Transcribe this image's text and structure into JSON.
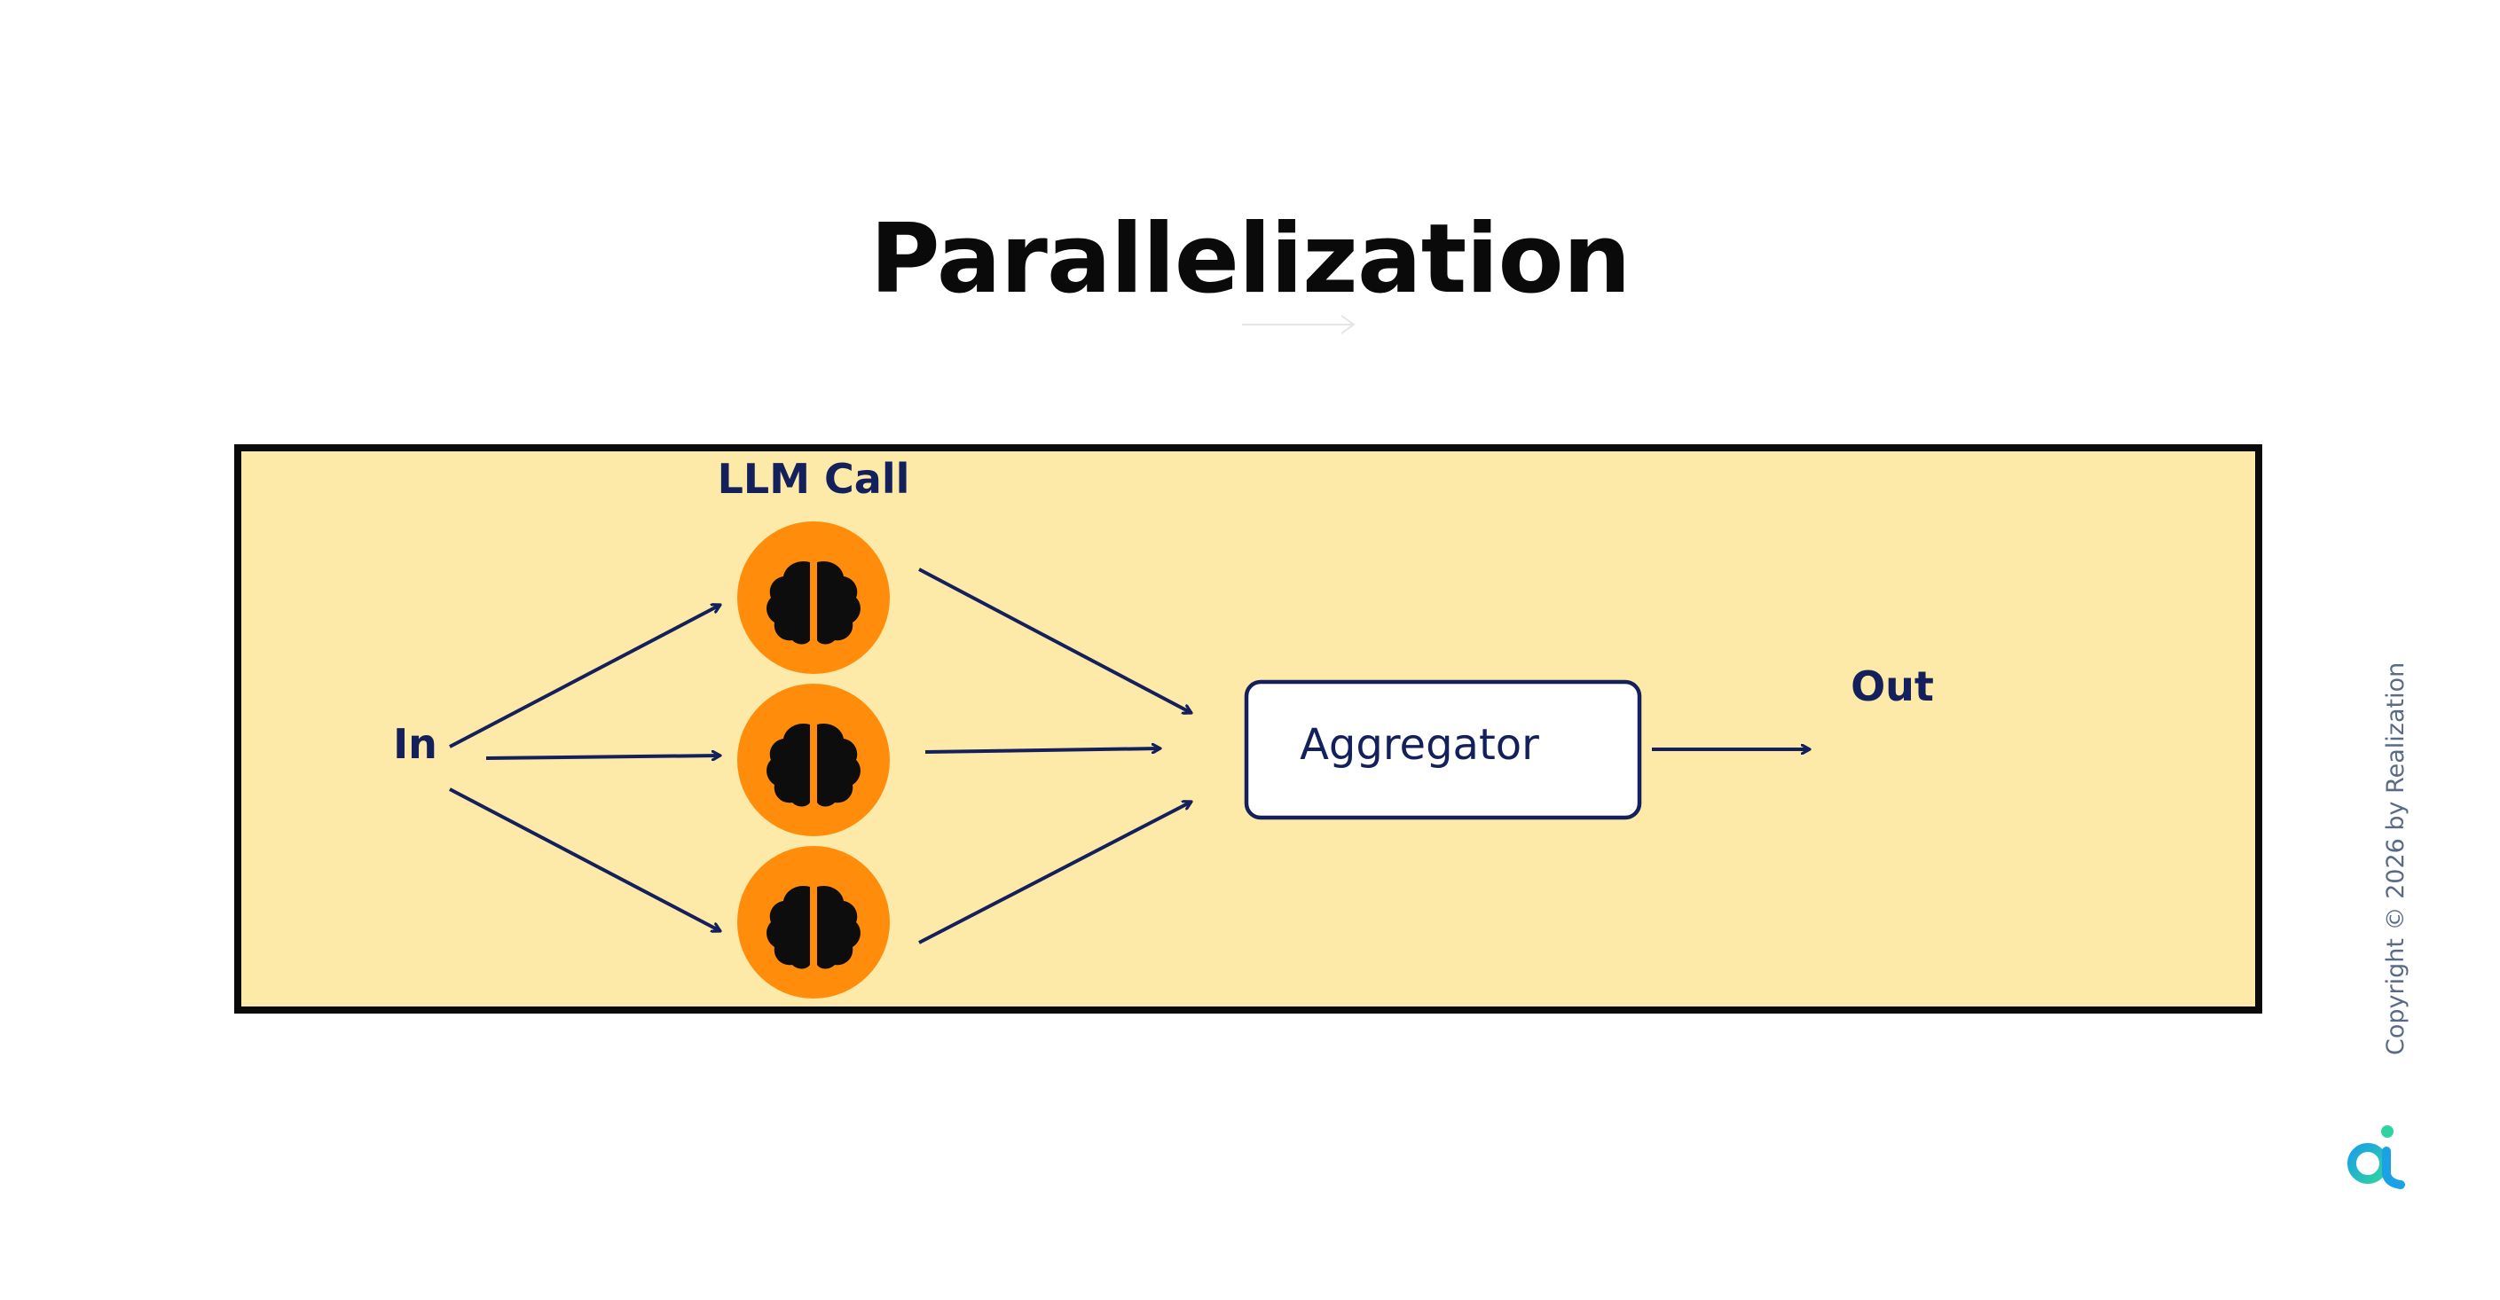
{
  "title": "Parallelization",
  "diagram": {
    "input_label": "In",
    "group_label": "LLM Call",
    "aggregator_label": "Aggregator",
    "output_label": "Out",
    "llm_call_count": 3,
    "llm_icon": "brain-icon",
    "colors": {
      "panel_fill": "#fde9a8",
      "panel_border": "#0a0a0a",
      "node_fill": "#ff8c0a",
      "icon_fill": "#0d0d0d",
      "arrow": "#14205c",
      "aggregator_fill": "#ffffff",
      "aggregator_border": "#14205c"
    }
  },
  "footer": {
    "copyright": "Copyright © 2026 by Realization",
    "logo_icon": "realization-logo-icon"
  }
}
